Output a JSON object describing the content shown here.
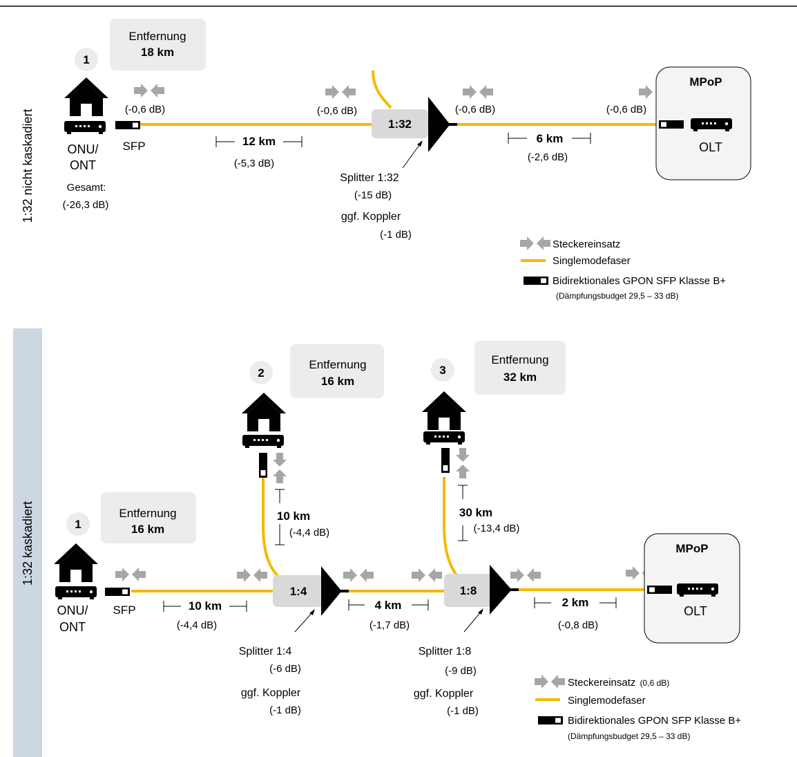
{
  "colors": {
    "fiber": "#f5b800",
    "connector": "#a6a6a6",
    "sidebar_top": "#ffffff",
    "sidebar_bottom": "#cdd7e1",
    "box_fill": "#ececec",
    "mpop_fill": "#f4f4f4"
  },
  "icons": {
    "house": "house-icon",
    "router": "onu-router-icon",
    "sfp": "sfp-transceiver-icon",
    "connector": "connector-arrows-icon",
    "splitter": "splitter-triangle-icon"
  },
  "top": {
    "side_label": "1:32 nicht kaskadiert",
    "house_num": "1",
    "dist_label": "Entfernung",
    "dist_value": "18 km",
    "onu_label1": "ONU/",
    "onu_label2": "ONT",
    "sfp_label": "SFP",
    "total_label": "Gesamt:",
    "total_value": "(-26,3 dB)",
    "conn1_db": "(-0,6 dB)",
    "conn2_db": "(-0,6 dB)",
    "conn3_db": "(-0,6 dB)",
    "conn4_db": "(-0,6 dB)",
    "seg1_km": "12 km",
    "seg1_db": "(-5,3 dB)",
    "seg2_km": "6 km",
    "seg2_db": "(-2,6 dB)",
    "splitter_box": "1:32",
    "splitter_name": "Splitter 1:32",
    "splitter_db": "(-15 dB)",
    "coupler_name": "ggf. Koppler",
    "coupler_db": "(-1 dB)",
    "mpop_title": "MPoP",
    "olt_label": "OLT",
    "legend_conn": "Steckereinsatz",
    "legend_fiber": "Singlemodefaser",
    "legend_sfp": "Bidirektionales GPON SFP Klasse B+",
    "legend_budget": "(Dämpfungsbudget 29,5 – 33 dB)"
  },
  "bottom": {
    "side_label": "1:32 kaskadiert",
    "h1_num": "1",
    "h1_dist_label": "Entfernung",
    "h1_dist_value": "16 km",
    "h2_num": "2",
    "h2_dist_label": "Entfernung",
    "h2_dist_value": "16 km",
    "h3_num": "3",
    "h3_dist_label": "Entfernung",
    "h3_dist_value": "32 km",
    "onu_label1": "ONU/",
    "onu_label2": "ONT",
    "sfp_label": "SFP",
    "seg1_km": "10 km",
    "seg1_db": "(-4,4 dB)",
    "seg2_km": "4 km",
    "seg2_db": "(-1,7 dB)",
    "seg3_km": "2 km",
    "seg3_db": "(-0,8 dB)",
    "vseg2_km": "10 km",
    "vseg2_db": "(-4,4 dB)",
    "vseg3_km": "30 km",
    "vseg3_db": "(-13,4 dB)",
    "splitter1_box": "1:4",
    "splitter1_name": "Splitter 1:4",
    "splitter1_db": "(-6 dB)",
    "splitter2_box": "1:8",
    "splitter2_name": "Splitter 1:8",
    "splitter2_db": "(-9 dB)",
    "coupler_name": "ggf. Koppler",
    "coupler_db": "(-1 dB)",
    "mpop_title": "MPoP",
    "olt_label": "OLT",
    "legend_conn": "Steckereinsatz",
    "legend_conn_db": "(0,6 dB)",
    "legend_fiber": "Singlemodefaser",
    "legend_sfp": "Bidirektionales GPON SFP Klasse B+",
    "legend_budget": "(Dämpfungsbudget 29,5 – 33 dB)"
  }
}
